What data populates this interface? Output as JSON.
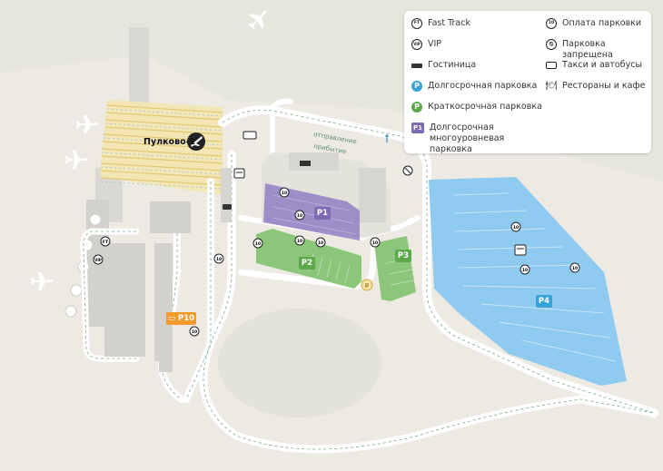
{
  "legend": {
    "fast_track": "Fast Track",
    "vip": "VIP",
    "hotel": "Гостиница",
    "long_term": "Долгосрочная парковка",
    "short_term": "Краткосрочная парковка",
    "multilevel": "Долгосрочная многоуровневая парковка",
    "pay_parking": "Оплата парковки",
    "no_parking": "Парковка запрещена",
    "taxi_bus": "Такси и автобусы",
    "restaurants": "Рестораны и кафе"
  },
  "legend_icons": {
    "fast_track": "FT",
    "vip": "VIP",
    "pay": "10",
    "long_term_badge": "P",
    "short_term_badge": "P",
    "multilevel_badge": "P1"
  },
  "map": {
    "terminal": "Пулково-1",
    "departure": "отправление",
    "arrival": "прибытие",
    "parkings": {
      "p1": "P1",
      "p2": "P2",
      "p3": "P3",
      "p4": "P4",
      "p10": "P10"
    },
    "pay_marker": "10",
    "ft_marker": "FT",
    "vip_marker": "VIP"
  },
  "colors": {
    "ground": "#eceae2",
    "grass": "#e2e3d8",
    "road": "#ffffff",
    "road_line": "#7aa98d",
    "p1": "#8f7fc2",
    "p2p3": "#8cc67a",
    "p4": "#8fcaf0",
    "p10": "#f39a2c",
    "badge_blue": "#36a3d9",
    "badge_green": "#5ea94b",
    "badge_purple": "#7a6bb2",
    "gray_building": "#d2d1cb"
  }
}
